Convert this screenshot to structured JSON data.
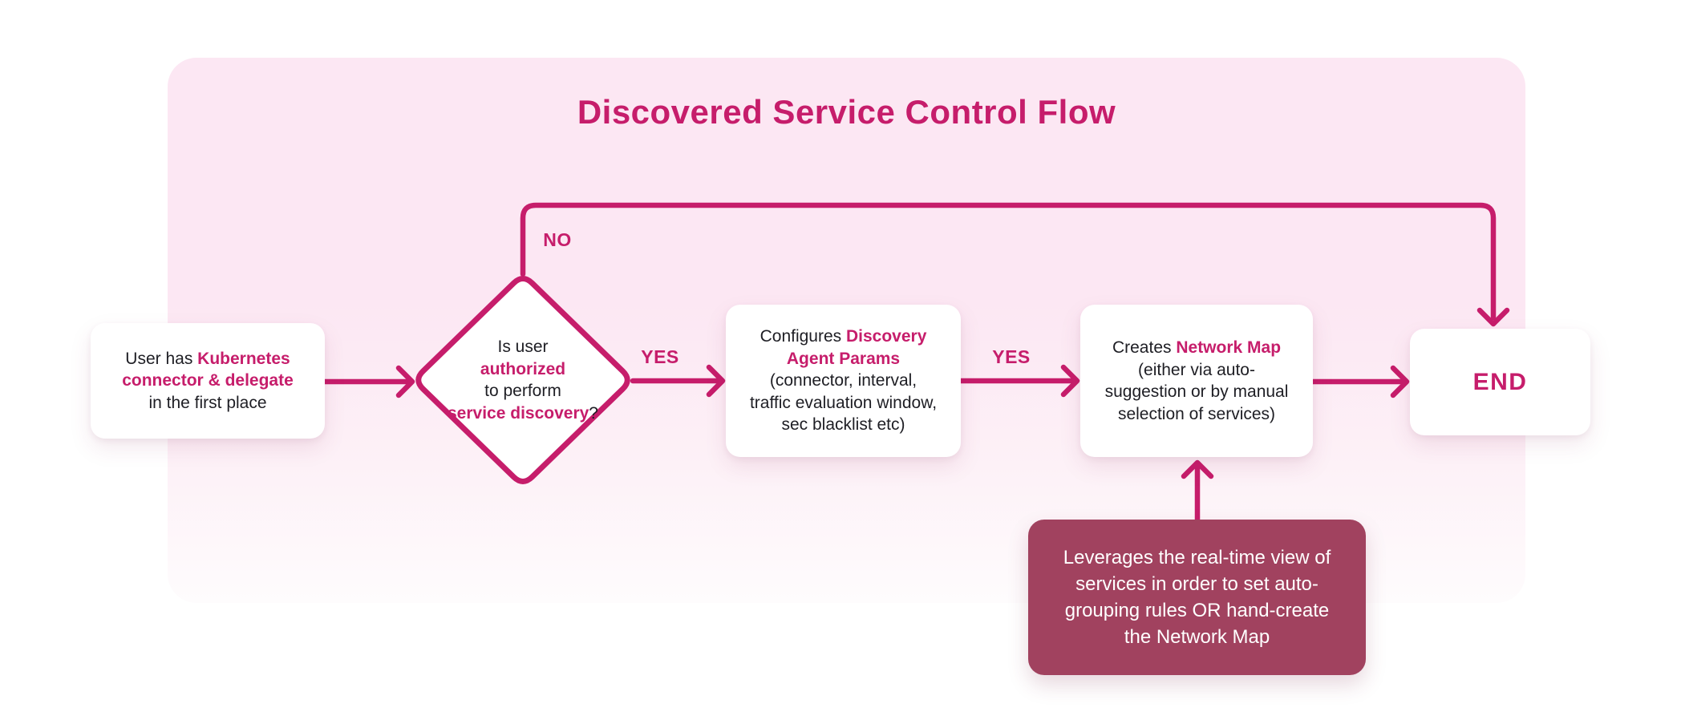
{
  "title": "Discovered Service Control Flow",
  "colors": {
    "accent": "#c61d6b",
    "text_dark": "#1e1e24",
    "node_bg": "#ffffff",
    "note_bg": "#a1425f",
    "note_text": "#ffffff",
    "bg_top": "#fce7f3",
    "bg_bottom": "#fefcfd"
  },
  "nodes": {
    "start": {
      "lines": [
        [
          {
            "text": "User has ",
            "accent": false
          },
          {
            "text": "Kubernetes",
            "accent": true
          }
        ],
        [
          {
            "text": "connector & delegate",
            "accent": true
          }
        ],
        [
          {
            "text": "in the first place",
            "accent": false
          }
        ]
      ]
    },
    "decision": {
      "lines": [
        [
          {
            "text": "Is user",
            "accent": false
          }
        ],
        [
          {
            "text": "authorized",
            "accent": true
          }
        ],
        [
          {
            "text": "to perform",
            "accent": false
          }
        ],
        [
          {
            "text": "service discovery",
            "accent": true
          },
          {
            "text": "?",
            "accent": false
          }
        ]
      ]
    },
    "configure": {
      "lines": [
        [
          {
            "text": "Configures ",
            "accent": false
          },
          {
            "text": "Discovery",
            "accent": true
          }
        ],
        [
          {
            "text": "Agent Params",
            "accent": true
          }
        ],
        [
          {
            "text": "(connector, interval,",
            "accent": false
          }
        ],
        [
          {
            "text": "traffic evaluation window,",
            "accent": false
          }
        ],
        [
          {
            "text": "sec blacklist etc)",
            "accent": false
          }
        ]
      ]
    },
    "create_map": {
      "lines": [
        [
          {
            "text": "Creates ",
            "accent": false
          },
          {
            "text": "Network Map",
            "accent": true
          }
        ],
        [
          {
            "text": "(either via auto-",
            "accent": false
          }
        ],
        [
          {
            "text": "suggestion or by manual",
            "accent": false
          }
        ],
        [
          {
            "text": "selection of services)",
            "accent": false
          }
        ]
      ]
    },
    "end": {
      "label": "END"
    },
    "note": {
      "lines": [
        [
          {
            "text": "Leverages the real-time view of",
            "accent": false
          }
        ],
        [
          {
            "text": "services in order to set auto-",
            "accent": false
          }
        ],
        [
          {
            "text": "grouping rules OR hand-create",
            "accent": false
          }
        ],
        [
          {
            "text": "the Network Map",
            "accent": false
          }
        ]
      ]
    }
  },
  "edge_labels": {
    "yes_authorized": "YES",
    "yes_configured": "YES",
    "no": "NO"
  }
}
